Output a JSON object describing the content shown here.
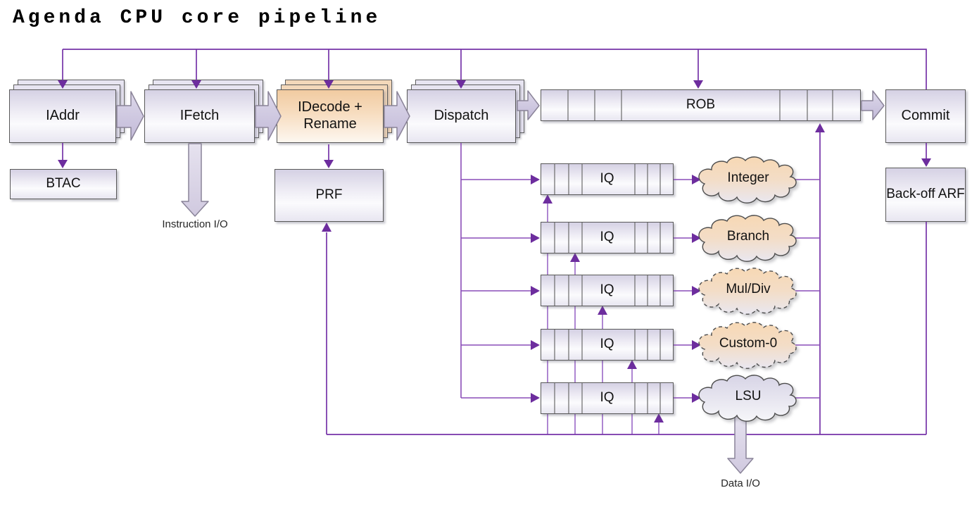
{
  "title": "Agenda CPU core pipeline",
  "pipeline": {
    "stages": [
      {
        "id": "iaddr",
        "label": "IAddr"
      },
      {
        "id": "ifetch",
        "label": "IFetch"
      },
      {
        "id": "idecode",
        "label": "IDecode + Rename"
      },
      {
        "id": "dispatch",
        "label": "Dispatch"
      },
      {
        "id": "rob",
        "label": "ROB"
      },
      {
        "id": "commit",
        "label": "Commit"
      }
    ]
  },
  "blocks": {
    "btac": "BTAC",
    "prf": "PRF",
    "backoff_arf": "Back-off ARF"
  },
  "issue_queues": [
    {
      "label": "IQ",
      "unit": "Integer",
      "unit_style": "solid-orange"
    },
    {
      "label": "IQ",
      "unit": "Branch",
      "unit_style": "solid-orange"
    },
    {
      "label": "IQ",
      "unit": "Mul/Div",
      "unit_style": "dashed-orange"
    },
    {
      "label": "IQ",
      "unit": "Custom-0",
      "unit_style": "dashed-orange"
    },
    {
      "label": "IQ",
      "unit": "LSU",
      "unit_style": "solid-lavender"
    }
  ],
  "io_labels": {
    "instruction": "Instruction I/O",
    "data": "Data I/O"
  },
  "colors": {
    "connector": "#7030a0",
    "connector_light": "#9a68c6",
    "arrowhead": "#6d2d9e",
    "stage_fill": "#d5d1e4",
    "highlight_fill": "#f3d8ba",
    "cloud_orange_top": "#f7d9b6",
    "cloud_bottom": "#e9e7f0",
    "cloud_lavender_top": "#d8d5e7",
    "block_arrow_fill": "#cdc6df",
    "box_border": "#595959"
  }
}
